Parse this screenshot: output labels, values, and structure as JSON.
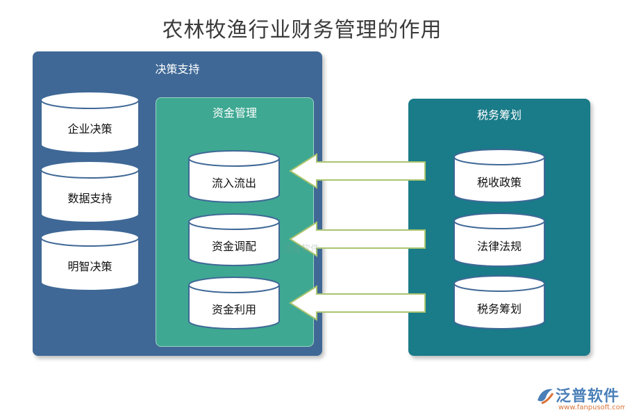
{
  "title": "农林牧渔行业财务管理的作用",
  "colors": {
    "decision_panel": "#3f6896",
    "fund_panel": "#3fa892",
    "tax_panel": "#1a7b89",
    "cylinder_stroke": "#3f6896",
    "arrow_fill": "#ffffff",
    "arrow_stroke": "#a9c46e"
  },
  "decision_support": {
    "title": "决策支持",
    "items": [
      "企业决策",
      "数据支持",
      "明智决策"
    ]
  },
  "fund_management": {
    "title": "资金管理",
    "items": [
      "流入流出",
      "资金调配",
      "资金利用"
    ]
  },
  "tax_planning": {
    "title": "税务筹划",
    "items": [
      "税收政策",
      "法律法规",
      "税务筹划"
    ]
  },
  "watermark": "泛普软件",
  "logo": {
    "name": "泛普软件",
    "url": "www.fanpusoft.com"
  }
}
